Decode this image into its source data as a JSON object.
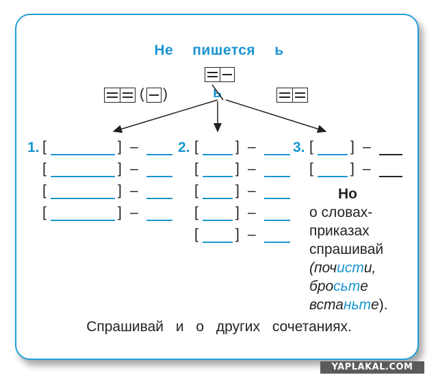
{
  "title": {
    "ne": "Не",
    "word": "пишется",
    "letter": "ь"
  },
  "paren_left": "(",
  "paren_right": ")",
  "crossed_sign": "ь",
  "groups": [
    {
      "number": "1.",
      "rows": 4
    },
    {
      "number": "2.",
      "rows": 5
    },
    {
      "number": "3.",
      "rows": 2
    }
  ],
  "bracket_open": "[",
  "bracket_close": "]",
  "dash": "–",
  "but": {
    "heading": "Но",
    "line1": "о словах-",
    "line2": "приказах",
    "line3": "спрашивай",
    "ex1_pre": "(поч",
    "ex1_hl": "ист",
    "ex1_post": "и,",
    "ex2_pre": "бро",
    "ex2_hl": "сьт",
    "ex2_post": "е",
    "ex3_pre": "вста",
    "ex3_hl": "ньт",
    "ex3_post": "е",
    "close": ")."
  },
  "bottom_text": "Спрашивай и о других сочетаниях.",
  "watermark": "YAPLAKAL.COM",
  "colors": {
    "accent": "#1a95d2",
    "border": "#1f9fd8"
  }
}
